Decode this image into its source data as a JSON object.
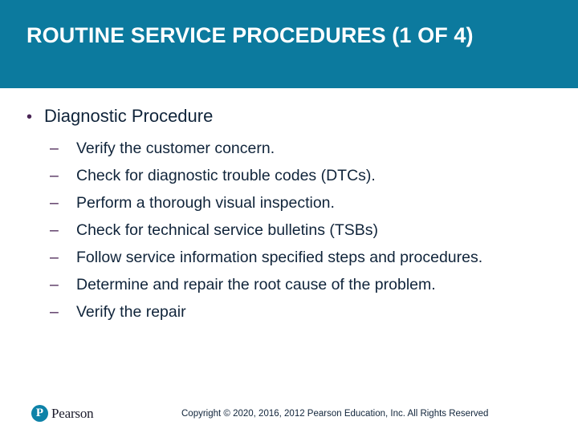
{
  "slide": {
    "title": "ROUTINE SERVICE PROCEDURES (1 OF 4)",
    "banner_color": "#0c7a9e",
    "body_text_color": "#10243a",
    "marker_color": "#4a2555",
    "background_color": "#ffffff"
  },
  "content": {
    "level1": {
      "marker": "•",
      "text": "Diagnostic Procedure"
    },
    "sub_marker": "–",
    "sub_items": [
      {
        "text": "Verify the customer concern."
      },
      {
        "text": "Check for diagnostic trouble codes (DTCs)."
      },
      {
        "text": "Perform a thorough visual inspection."
      },
      {
        "text": "Check for technical service bulletins (TSBs)"
      },
      {
        "text": "Follow service information specified steps and procedures."
      },
      {
        "text": "Determine and repair the root cause of the problem."
      },
      {
        "text": "Verify the repair"
      }
    ]
  },
  "footer": {
    "logo_mark": "P",
    "logo_wordmark": "Pearson",
    "logo_color": "#0e82a8",
    "copyright": "Copyright © 2020, 2016, 2012 Pearson Education, Inc. All Rights Reserved"
  }
}
